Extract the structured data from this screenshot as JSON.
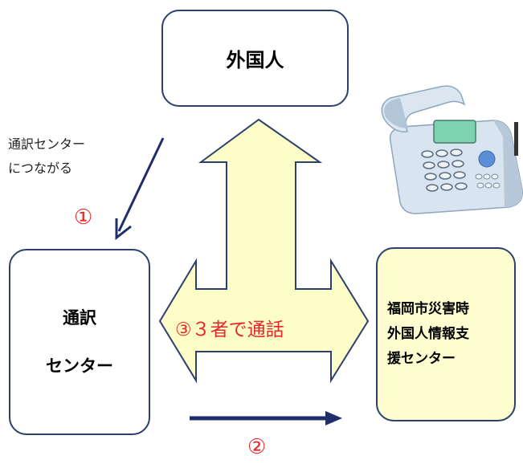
{
  "nodes": {
    "foreigner": "外国人",
    "interpretation_center": [
      "通訳",
      "センター"
    ],
    "fukuoka_center": [
      "福岡市災害時",
      "外国人情報支",
      "援センター"
    ]
  },
  "labels": {
    "connect_interpretation": [
      "通訳センター",
      "につながる"
    ],
    "three_way_call": "③３者で通話"
  },
  "steps": {
    "step1": "①",
    "step2": "②"
  },
  "icons": {
    "phone": "telephone-icon"
  },
  "colors": {
    "box_border": "#2d3f6e",
    "fukuoka_fill": "#fdfdd0",
    "arrow_fill": "#fdfdc8",
    "arrow_stroke": "#2d3f6e",
    "step_red": "#e8262a",
    "navy_arrow": "#1f2e6b"
  }
}
